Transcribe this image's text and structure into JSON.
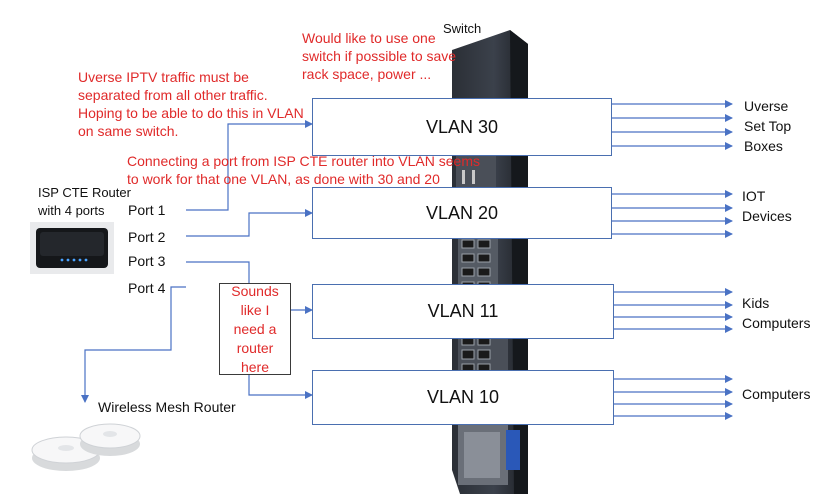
{
  "switch_label": "Switch",
  "notes": {
    "one_switch": "Would like to use one\nswitch if possible to save\nrack space, power ...",
    "iptv": "Uverse IPTV traffic must be\nseparated from all other traffic.\nHoping to be able to do this in VLAN\non same switch.",
    "cte_port": "Connecting a port from ISP CTE router into VLAN seems\nto work for that one VLAN, as done with 30 and 20",
    "router_callout": "Sounds\nlike I\nneed a\nrouter\nhere"
  },
  "isp_router_label": "ISP CTE Router\nwith 4 ports",
  "ports": [
    "Port 1",
    "Port 2",
    "Port 3",
    "Port 4"
  ],
  "vlans": [
    "VLAN 30",
    "VLAN 20",
    "VLAN 11",
    "VLAN 10"
  ],
  "outputs": {
    "vlan30": "Uverse\nSet Top\nBoxes",
    "vlan20": "IOT\nDevices",
    "vlan11": "Kids\nComputers",
    "vlan10": "Computers"
  },
  "mesh_label": "Wireless Mesh Router",
  "colors": {
    "wire": "#4a72c4",
    "note": "#e02a2a",
    "vlan_border": "#4a6fb0"
  }
}
